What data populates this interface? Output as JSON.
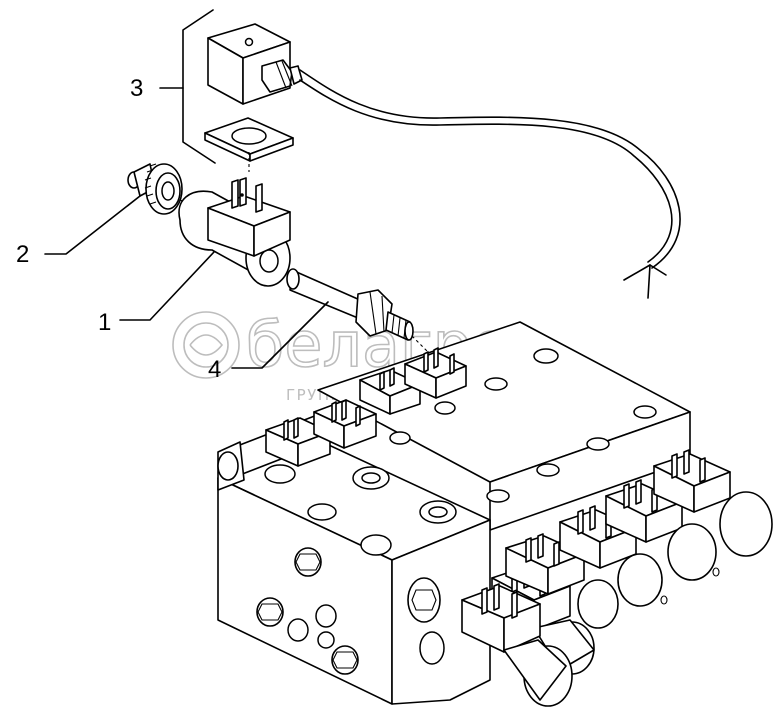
{
  "callouts": {
    "c1": "1",
    "c2": "2",
    "c3": "3",
    "c4": "4"
  },
  "watermark": {
    "brand": "белагро",
    "subtitle": "ГРУППА КОМПАНИЙ"
  },
  "colors": {
    "line": "#000000",
    "watermark": "#bdbdbd",
    "background": "#ffffff"
  }
}
